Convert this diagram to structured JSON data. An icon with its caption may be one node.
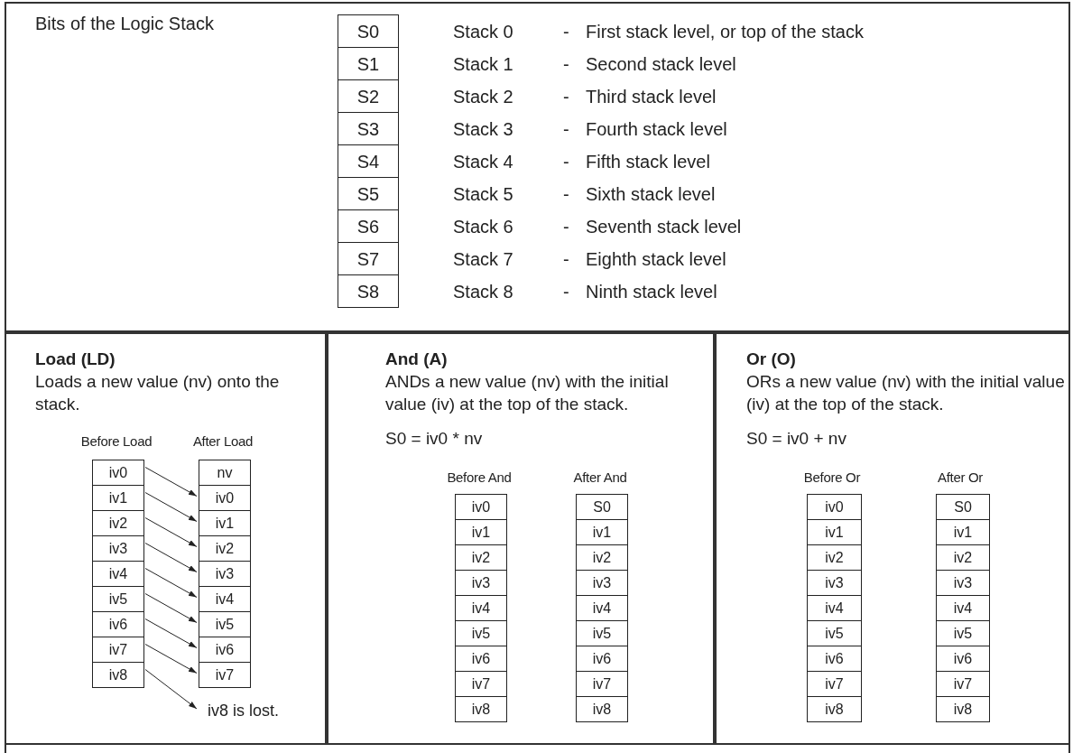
{
  "diagram": {
    "nodes": [
      {
        "text": [
          "Bits of the Logic Stack"
        ]
      },
      {
        "text": [
          "S0"
        ],
        "in": 0,
        "beside": [
          "Stack 0",
          "-",
          "First stack level, or top of the stack"
        ]
      },
      {
        "text": [
          "S1"
        ],
        "in": 0,
        "beside": [
          "Stack 1",
          "-",
          "Second stack level"
        ]
      },
      {
        "text": [
          "S2"
        ],
        "in": 0,
        "beside": [
          "Stack 2",
          "-",
          "Third stack level"
        ]
      },
      {
        "text": [
          "S3"
        ],
        "in": 0,
        "beside": [
          "Stack 3",
          "-",
          "Fourth stack level"
        ]
      },
      {
        "text": [
          "S4"
        ],
        "in": 0,
        "beside": [
          "Stack 4",
          "-",
          "Fifth stack level"
        ]
      },
      {
        "text": [
          "S5"
        ],
        "in": 0,
        "beside": [
          "Stack 5",
          "-",
          "Sixth stack level"
        ]
      },
      {
        "text": [
          "S6"
        ],
        "in": 0,
        "beside": [
          "Stack 6",
          "-",
          "Seventh stack level"
        ]
      },
      {
        "text": [
          "S7"
        ],
        "in": 0,
        "beside": [
          "Stack 7",
          "-",
          "Eighth stack level"
        ]
      },
      {
        "text": [
          "S8"
        ],
        "in": 0,
        "beside": [
          "Stack 8",
          "-",
          "Ninth stack level"
        ]
      },
      {
        "text": [
          "Load (LD)",
          "Loads a new value (nv) onto the stack."
        ]
      },
      {
        "text": [
          "iv0"
        ],
        "in": 10
      },
      {
        "text": [
          "iv1"
        ],
        "in": 10
      },
      {
        "text": [
          "iv2"
        ],
        "in": 10
      },
      {
        "text": [
          "iv3"
        ],
        "in": 10
      },
      {
        "text": [
          "iv4"
        ],
        "in": 10
      },
      {
        "text": [
          "iv5"
        ],
        "in": 10
      },
      {
        "text": [
          "iv6"
        ],
        "in": 10
      },
      {
        "text": [
          "iv7"
        ],
        "in": 10
      },
      {
        "text": [
          "iv8"
        ],
        "in": 10
      },
      {
        "text": [
          "nv"
        ],
        "in": 10
      },
      {
        "text": [
          "iv0"
        ],
        "in": 10
      },
      {
        "text": [
          "iv1"
        ],
        "in": 10
      },
      {
        "text": [
          "iv2"
        ],
        "in": 10
      },
      {
        "text": [
          "iv3"
        ],
        "in": 10
      },
      {
        "text": [
          "iv4"
        ],
        "in": 10
      },
      {
        "text": [
          "iv5"
        ],
        "in": 10
      },
      {
        "text": [
          "iv6"
        ],
        "in": 10
      },
      {
        "text": [
          "iv7"
        ],
        "in": 10
      },
      {
        "text": [
          "iv8 is lost."
        ],
        "in": 10
      },
      {
        "text": [
          "And (A)",
          "ANDs a new value (nv) with the initial value (iv) at the top of the stack.",
          "S0 = iv0 * nv"
        ]
      },
      {
        "text": [
          "iv0"
        ],
        "in": 30
      },
      {
        "text": [
          "iv1"
        ],
        "in": 30
      },
      {
        "text": [
          "iv2"
        ],
        "in": 30
      },
      {
        "text": [
          "iv3"
        ],
        "in": 30
      },
      {
        "text": [
          "iv4"
        ],
        "in": 30
      },
      {
        "text": [
          "iv5"
        ],
        "in": 30
      },
      {
        "text": [
          "iv6"
        ],
        "in": 30
      },
      {
        "text": [
          "iv7"
        ],
        "in": 30
      },
      {
        "text": [
          "iv8"
        ],
        "in": 30
      },
      {
        "text": [
          "S0"
        ],
        "in": 30
      },
      {
        "text": [
          "iv1"
        ],
        "in": 30
      },
      {
        "text": [
          "iv2"
        ],
        "in": 30
      },
      {
        "text": [
          "iv3"
        ],
        "in": 30
      },
      {
        "text": [
          "iv4"
        ],
        "in": 30
      },
      {
        "text": [
          "iv5"
        ],
        "in": 30
      },
      {
        "text": [
          "iv6"
        ],
        "in": 30
      },
      {
        "text": [
          "iv7"
        ],
        "in": 30
      },
      {
        "text": [
          "iv8"
        ],
        "in": 30
      },
      {
        "text": [
          "Or (O)",
          "ORs a new value (nv) with the initial value (iv) at the top of the stack.",
          "S0 = iv0 + nv"
        ]
      },
      {
        "text": [
          "iv0"
        ],
        "in": 49
      },
      {
        "text": [
          "iv1"
        ],
        "in": 49
      },
      {
        "text": [
          "iv2"
        ],
        "in": 49
      },
      {
        "text": [
          "iv3"
        ],
        "in": 49
      },
      {
        "text": [
          "iv4"
        ],
        "in": 49
      },
      {
        "text": [
          "iv5"
        ],
        "in": 49
      },
      {
        "text": [
          "iv6"
        ],
        "in": 49
      },
      {
        "text": [
          "iv7"
        ],
        "in": 49
      },
      {
        "text": [
          "iv8"
        ],
        "in": 49
      },
      {
        "text": [
          "S0"
        ],
        "in": 49
      },
      {
        "text": [
          "iv1"
        ],
        "in": 49
      },
      {
        "text": [
          "iv2"
        ],
        "in": 49
      },
      {
        "text": [
          "iv3"
        ],
        "in": 49
      },
      {
        "text": [
          "iv4"
        ],
        "in": 49
      },
      {
        "text": [
          "iv5"
        ],
        "in": 49
      },
      {
        "text": [
          "iv6"
        ],
        "in": 49
      },
      {
        "text": [
          "iv7"
        ],
        "in": 49
      },
      {
        "text": [
          "iv8"
        ],
        "in": 49
      }
    ],
    "edges": [
      {
        "from": 11,
        "to": 21,
        "arrow": "to"
      },
      {
        "from": 12,
        "to": 22,
        "arrow": "to"
      },
      {
        "from": 13,
        "to": 23,
        "arrow": "to"
      },
      {
        "from": 14,
        "to": 24,
        "arrow": "to"
      },
      {
        "from": 15,
        "to": 25,
        "arrow": "to"
      },
      {
        "from": 16,
        "to": 26,
        "arrow": "to"
      },
      {
        "from": 17,
        "to": 27,
        "arrow": "to"
      },
      {
        "from": 18,
        "to": 28,
        "arrow": "to"
      },
      {
        "from": 19,
        "to": 29,
        "arrow": "to"
      }
    ],
    "labels": [
      "Before Load",
      "After Load",
      "Before And",
      "After And",
      "Before Or",
      "After Or"
    ]
  }
}
